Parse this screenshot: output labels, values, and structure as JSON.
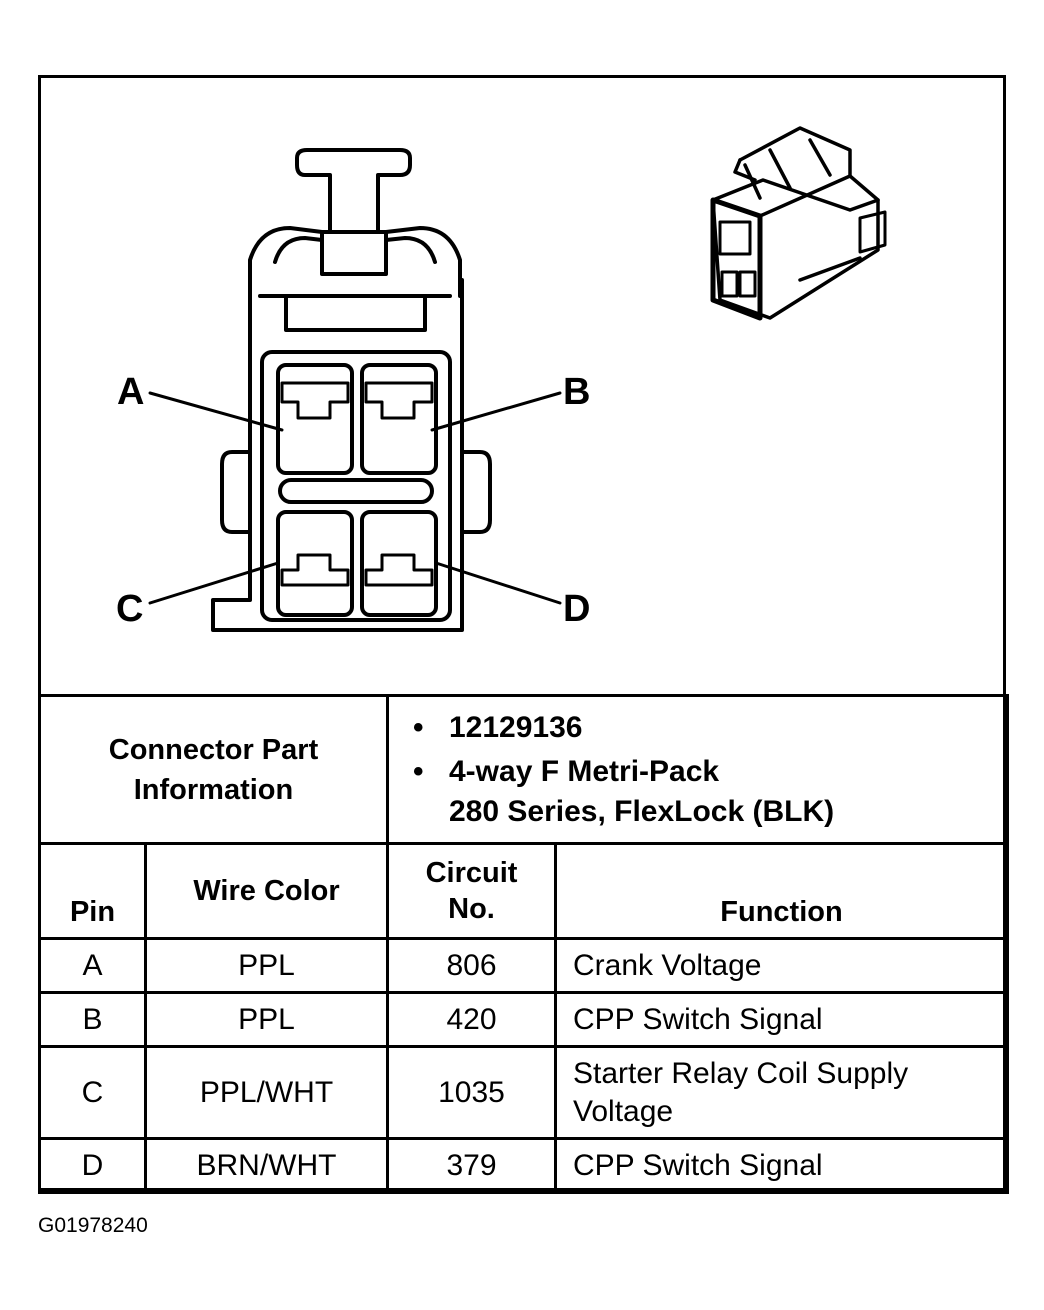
{
  "figure_id": "G01978240",
  "diagram": {
    "pin_labels": {
      "a": "A",
      "b": "B",
      "c": "C",
      "d": "D"
    }
  },
  "connector_info": {
    "heading": "Connector Part Information",
    "part_number": "12129136",
    "description_line1": "4-way F Metri-Pack",
    "description_line2": "280 Series, FlexLock (BLK)"
  },
  "table": {
    "headers": {
      "pin": "Pin",
      "wire_color": "Wire Color",
      "circuit_line1": "Circuit",
      "circuit_line2": "No.",
      "function": "Function"
    },
    "rows": [
      {
        "pin": "A",
        "wire_color": "PPL",
        "circuit": "806",
        "function": "Crank Voltage"
      },
      {
        "pin": "B",
        "wire_color": "PPL",
        "circuit": "420",
        "function": "CPP Switch Signal"
      },
      {
        "pin": "C",
        "wire_color": "PPL/WHT",
        "circuit": "1035",
        "function": "Starter Relay Coil Supply Voltage"
      },
      {
        "pin": "D",
        "wire_color": "BRN/WHT",
        "circuit": "379",
        "function": "CPP Switch Signal"
      }
    ]
  }
}
